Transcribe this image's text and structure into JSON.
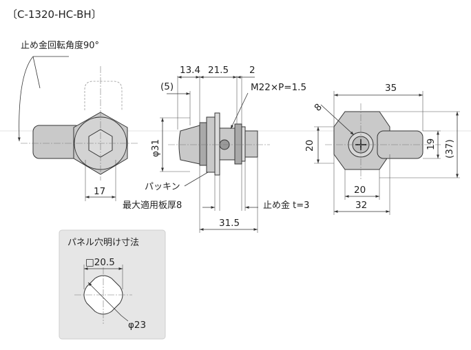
{
  "title": "〔C-1320-HC-BH〕",
  "colors": {
    "part": "#c9c9c9",
    "part_dark": "#a9a9a9",
    "panel_box": "#e6e6e6",
    "line": "#333333"
  },
  "left_view": {
    "rotation_label": "止め金回転角度90°",
    "hex_width": "17"
  },
  "side_view": {
    "dims": {
      "d13_4": "13.4",
      "d21_5": "21.5",
      "d2": "2",
      "d5": "(5)",
      "thread": "M22×P=1.5",
      "dia31": "φ31",
      "d31_5": "31.5"
    },
    "labels": {
      "packing": "パッキン",
      "max_panel": "最大適用板厚8",
      "stopper": "止め金 t=3"
    }
  },
  "right_view": {
    "dims": {
      "d35": "35",
      "d8": "8",
      "d20_left": "20",
      "d19": "19",
      "d37": "(37)",
      "d20_bottom": "20",
      "d32": "32"
    }
  },
  "panel_cutout": {
    "title": "パネル穴明け寸法",
    "square": "□20.5",
    "dia": "φ23"
  }
}
